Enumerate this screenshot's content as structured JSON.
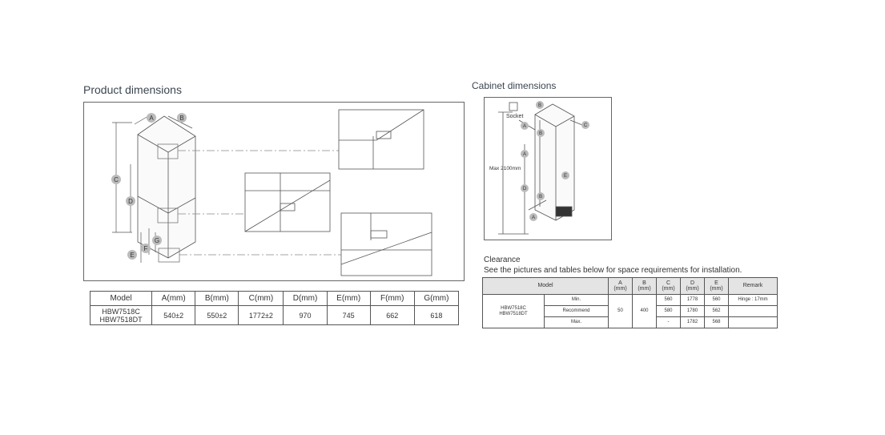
{
  "product": {
    "title": "Product dimensions",
    "labels": {
      "a": "A",
      "b": "B",
      "c": "C",
      "d": "D",
      "e": "E",
      "f": "F",
      "g": "G"
    },
    "table": {
      "headers": [
        "Model",
        "A(mm)",
        "B(mm)",
        "C(mm)",
        "D(mm)",
        "E(mm)",
        "F(mm)",
        "G(mm)"
      ],
      "model_line1": "HBW7518C",
      "model_line2": "HBW7518DT",
      "values": [
        "540±2",
        "550±2",
        "1772±2",
        "970",
        "745",
        "662",
        "618"
      ]
    }
  },
  "cabinet": {
    "title": "Cabinet dimensions",
    "socket_label": "Socket",
    "max_height_label": "Max 2100mm",
    "labels": {
      "a": "A",
      "b": "B",
      "c": "C",
      "d": "D",
      "e": "E"
    }
  },
  "clearance": {
    "title": "Clearance",
    "subtitle": "See the pictures and tables below for space requirements for installation.",
    "table": {
      "header_model": "Model",
      "header_cols": [
        {
          "letter": "A",
          "unit": "(mm)"
        },
        {
          "letter": "B",
          "unit": "(mm)"
        },
        {
          "letter": "C",
          "unit": "(mm)"
        },
        {
          "letter": "D",
          "unit": "(mm)"
        },
        {
          "letter": "E",
          "unit": "(mm)"
        }
      ],
      "header_remark": "Remark",
      "model_line1": "HBW7518C",
      "model_line2": "HBW7518DT",
      "a_value": "50",
      "b_value": "400",
      "rows": [
        {
          "label": "Min.",
          "c": "560",
          "d": "1778",
          "e": "560",
          "remark": "Hinge : 17mm"
        },
        {
          "label": "Recommend",
          "c": "580",
          "d": "1780",
          "e": "562",
          "remark": ""
        },
        {
          "label": "Max.",
          "c": "-",
          "d": "1782",
          "e": "568",
          "remark": ""
        }
      ]
    }
  }
}
